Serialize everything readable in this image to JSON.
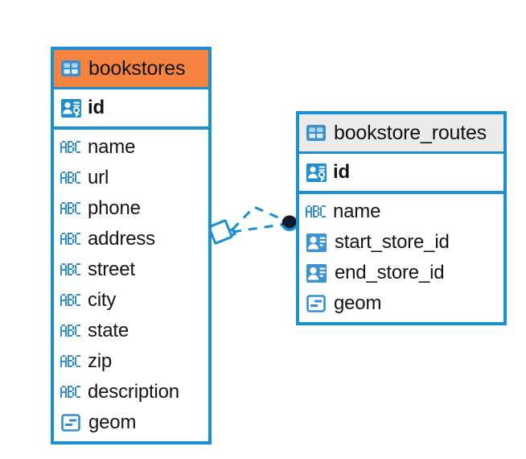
{
  "diagram": {
    "type": "entity-relationship-diagram",
    "background_color": "#ffffff",
    "accent_color": "#1a8fd1",
    "selected_color": "#f5833f",
    "header_color": "#ebebeb",
    "text_color": "#141414"
  },
  "tables": [
    {
      "name": "bookstores",
      "selected": true,
      "header_style": "selected",
      "primary_key": {
        "name": "id",
        "icon": "primary-key-icon",
        "type": "pk"
      },
      "columns": [
        {
          "name": "name",
          "icon": "abc-text-icon",
          "type": "text"
        },
        {
          "name": "url",
          "icon": "abc-text-icon",
          "type": "text"
        },
        {
          "name": "phone",
          "icon": "abc-text-icon",
          "type": "text"
        },
        {
          "name": "address",
          "icon": "abc-text-icon",
          "type": "text"
        },
        {
          "name": "street",
          "icon": "abc-text-icon",
          "type": "text"
        },
        {
          "name": "city",
          "icon": "abc-text-icon",
          "type": "text"
        },
        {
          "name": "state",
          "icon": "abc-text-icon",
          "type": "text"
        },
        {
          "name": "zip",
          "icon": "abc-text-icon",
          "type": "text"
        },
        {
          "name": "description",
          "icon": "abc-text-icon",
          "type": "text"
        },
        {
          "name": "geom",
          "icon": "geometry-icon",
          "type": "geometry"
        }
      ]
    },
    {
      "name": "bookstore_routes",
      "selected": false,
      "header_style": "plain",
      "primary_key": {
        "name": "id",
        "icon": "primary-key-icon",
        "type": "pk"
      },
      "columns": [
        {
          "name": "name",
          "icon": "abc-text-icon",
          "type": "text"
        },
        {
          "name": "start_store_id",
          "icon": "foreign-key-icon",
          "type": "fk"
        },
        {
          "name": "end_store_id",
          "icon": "foreign-key-icon",
          "type": "fk"
        },
        {
          "name": "geom",
          "icon": "geometry-icon",
          "type": "geometry"
        }
      ]
    }
  ],
  "relationship": {
    "from_table": "bookstores",
    "to_table": "bookstore_routes",
    "line_style": "dashed",
    "line_color": "#1a8fd1",
    "source_marker": "diamond-outline",
    "target_marker": "filled-circle",
    "target_marker_color": "#0d1b2a"
  }
}
